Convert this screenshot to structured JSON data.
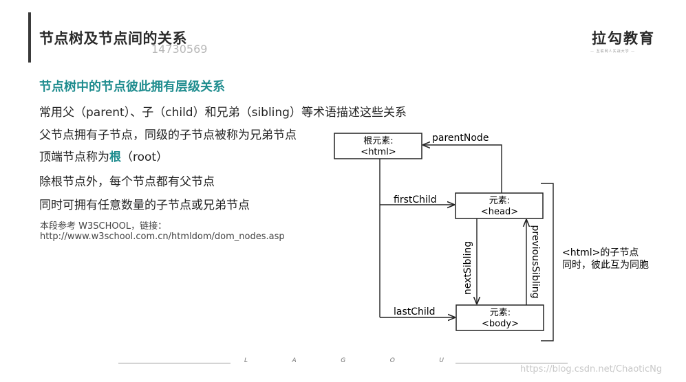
{
  "header": {
    "title": "节点树及节点间的关系",
    "watermark_number": "14730569",
    "logo_text": "拉勾教育",
    "logo_subtext": "— 互联网人实战大学 —"
  },
  "content": {
    "subtitle": "节点树中的节点彼此拥有层级关系",
    "line1": "常用父（parent）、子（child）和兄弟（sibling）等术语描述这些关系",
    "line2": "父节点拥有子节点，同级的子节点被称为兄弟节点",
    "line3_prefix": "顶端节点称为",
    "line3_em": "根",
    "line3_suffix": "（root）",
    "line4": "除根节点外，每个节点都有父节点",
    "line5": "同时可拥有任意数量的子节点或兄弟节点",
    "ref1": "本段参考 W3SCHOOL，链接：",
    "ref2": "http://www.w3school.com.cn/htmldom/dom_nodes.asp"
  },
  "diagram": {
    "root_line1": "根元素:",
    "root_line2": "<html>",
    "head_line1": "元素:",
    "head_line2": "<head>",
    "body_line1": "元素:",
    "body_line2": "<body>",
    "parent_node": "parentNode",
    "first_child": "firstChild",
    "last_child": "lastChild",
    "next_sibling": "nextSibling",
    "previous_sibling": "previousSibling",
    "children_note1": "<html>的子节点",
    "children_note2": "同时，彼此互为同胞"
  },
  "footer": {
    "letters": [
      "L",
      "A",
      "G",
      "O",
      "U"
    ],
    "csdn": "https://blog.csdn.net/ChaoticNg"
  }
}
